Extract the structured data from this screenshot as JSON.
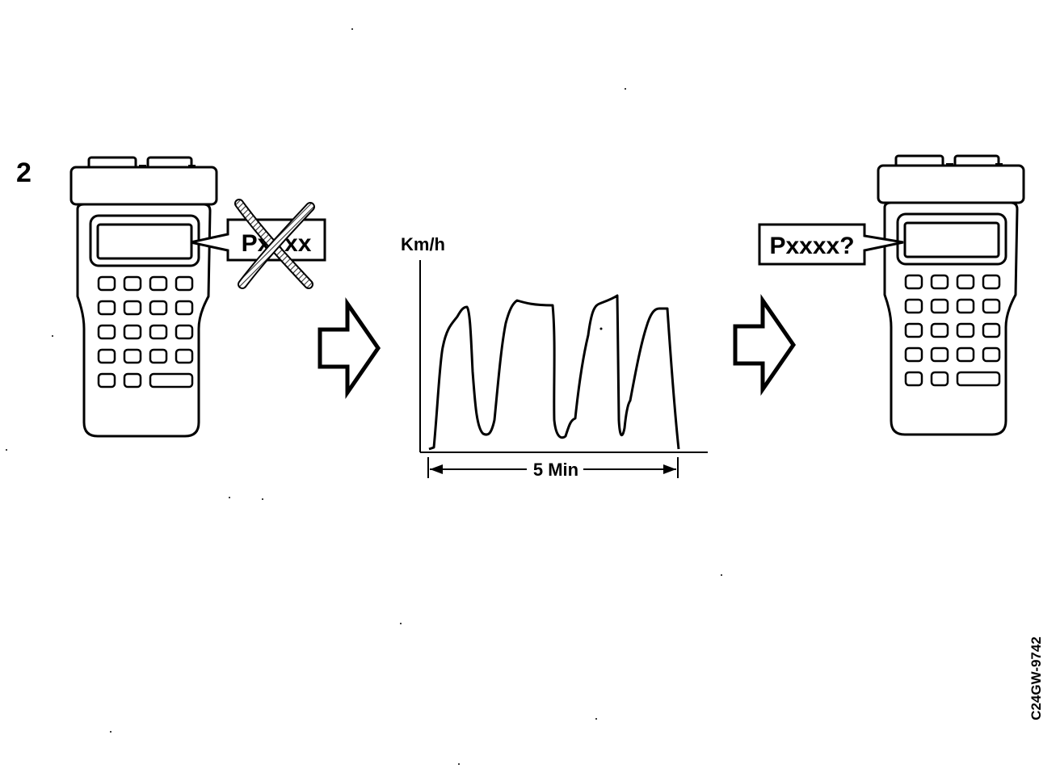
{
  "step_number": "2",
  "left_device": {
    "display_code": "Pxxxx",
    "code_crossed_out": true
  },
  "right_device": {
    "display_code": "Pxxxx?"
  },
  "speed_graph": {
    "y_axis_label": "Km/h",
    "duration_label": "5 Min"
  },
  "figure_id": "C24GW-9742",
  "colors": {
    "ink": "#000000",
    "cross": "#707070",
    "background": "#ffffff"
  }
}
